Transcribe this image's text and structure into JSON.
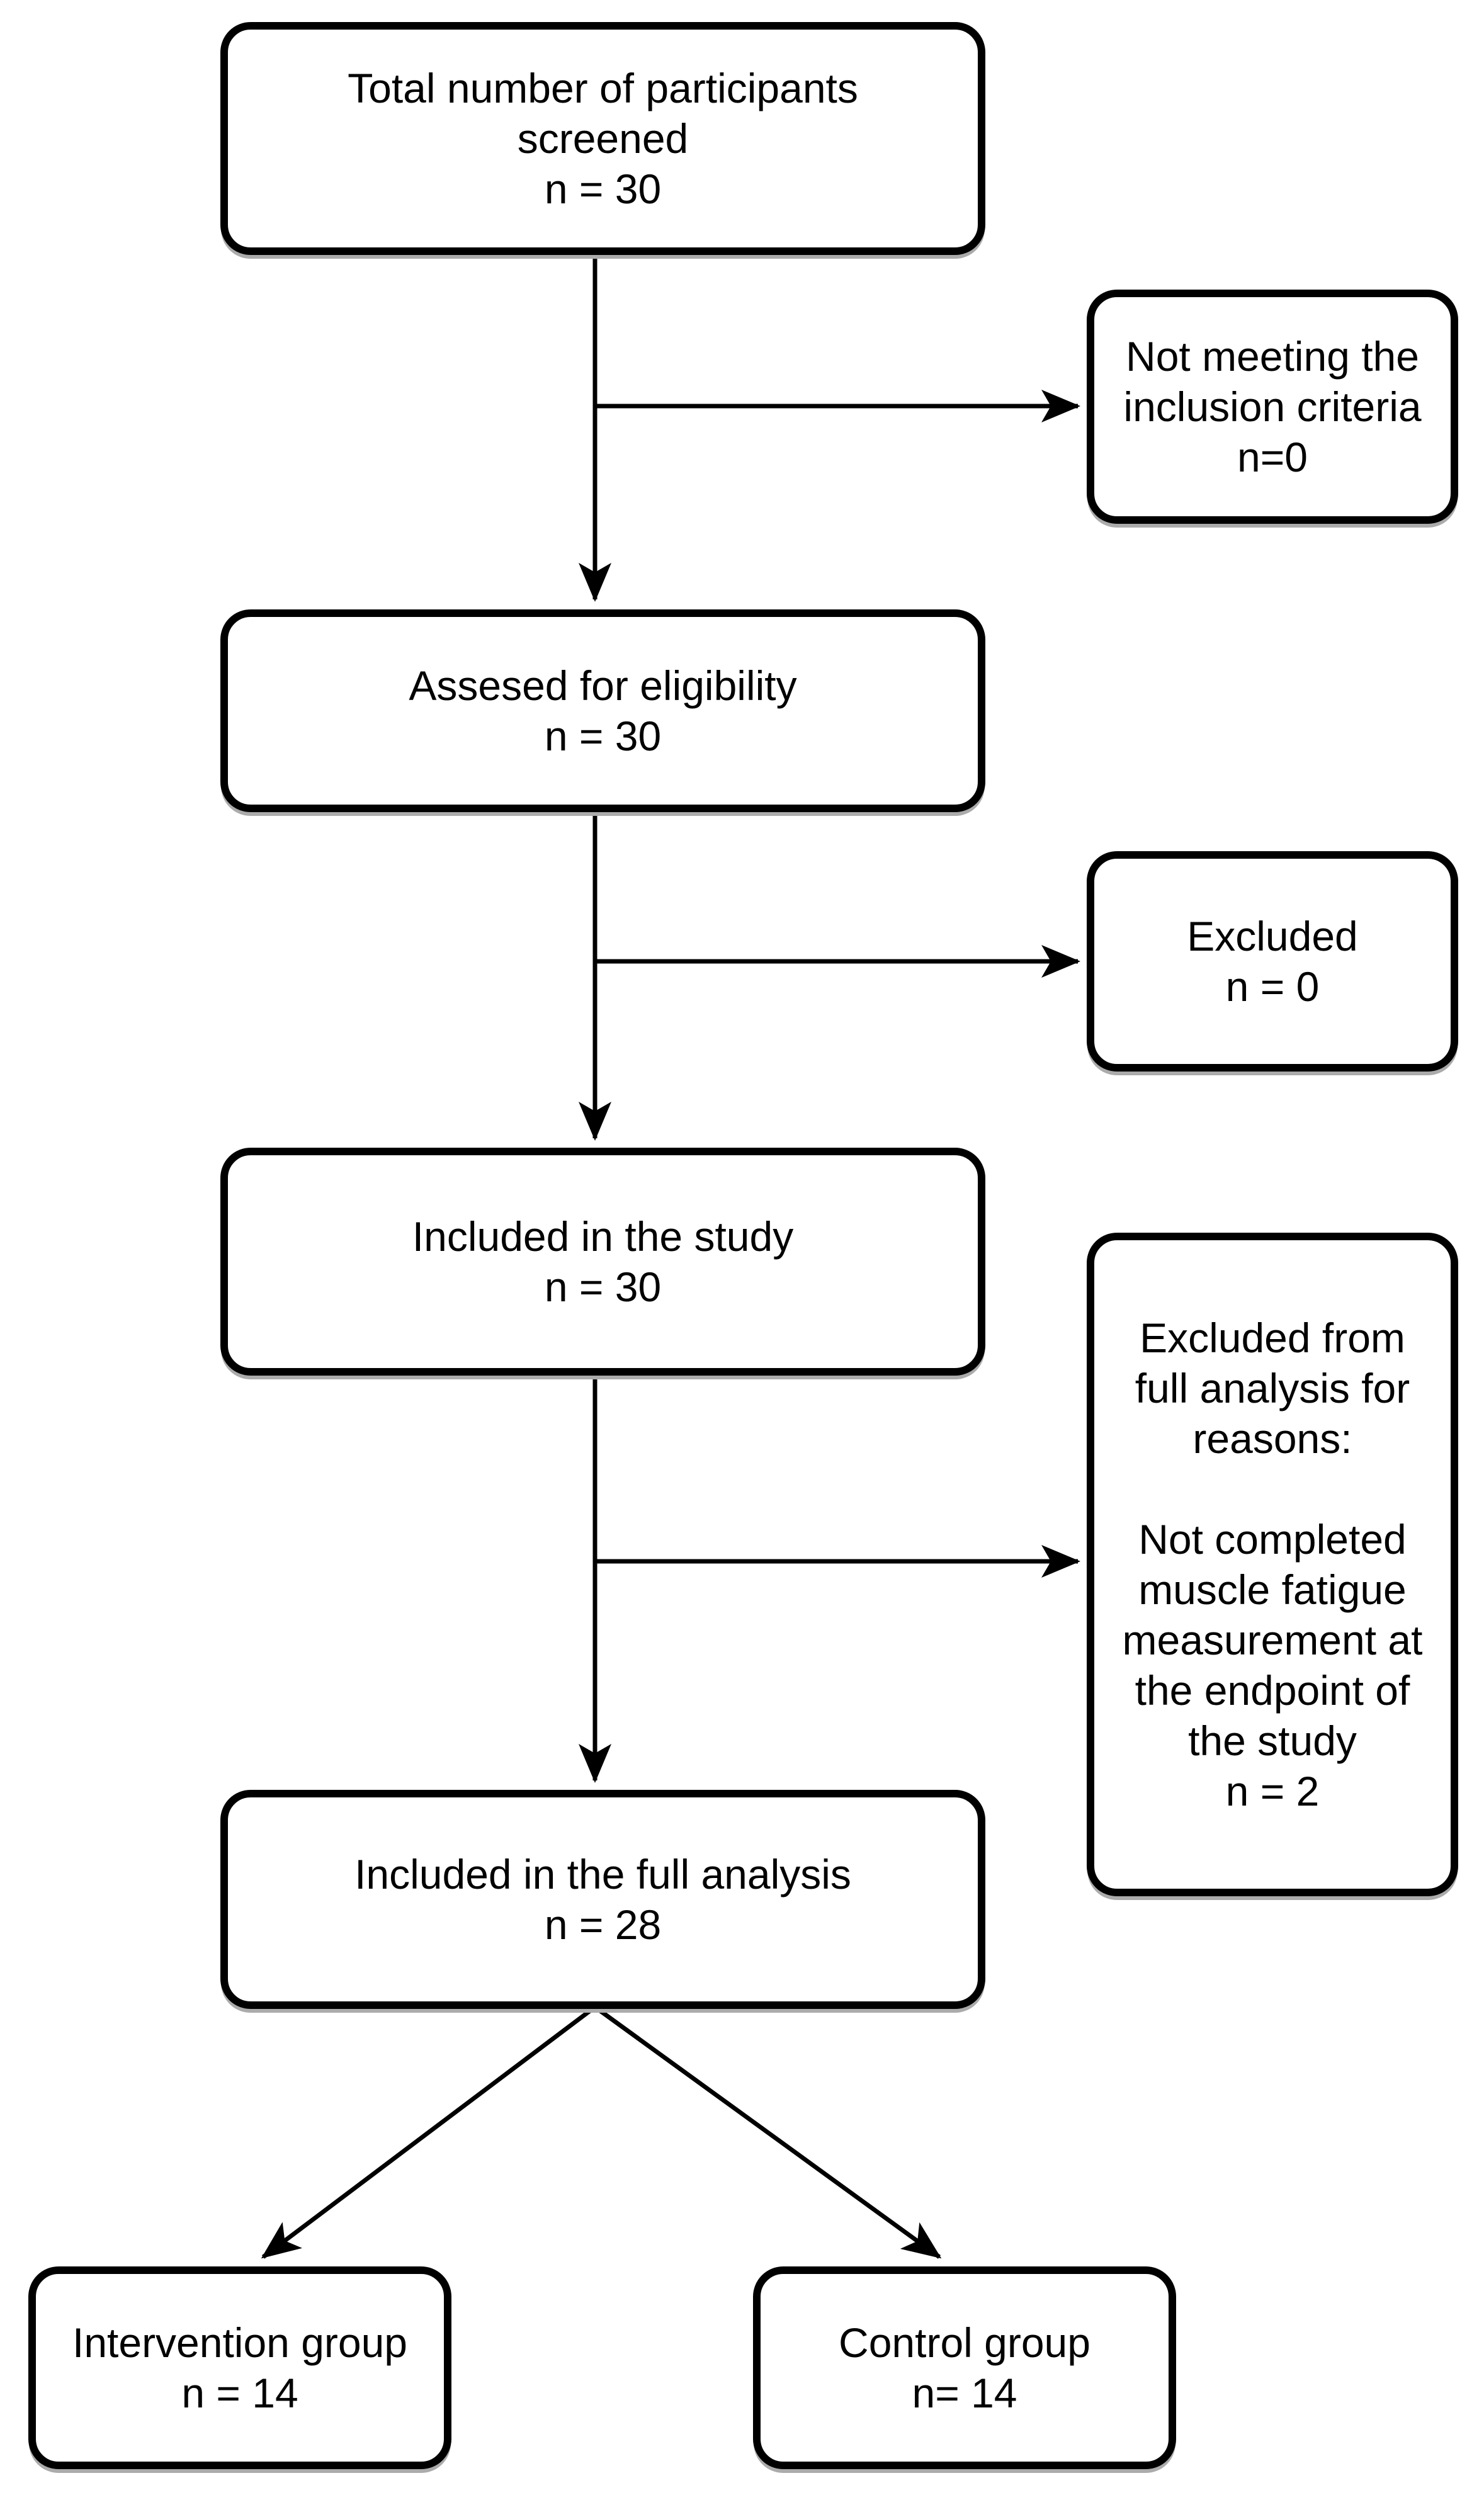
{
  "figure": {
    "background_color": "#ffffff",
    "line_color": "#000000",
    "text_color": "#000000"
  },
  "nodes": [
    {
      "id": "screened",
      "label": "Total number of participants\nscreened",
      "count": "n = 30"
    },
    {
      "id": "not-meeting-criteria",
      "label": "Not meeting the\ninclusion criteria",
      "count": "n=0"
    },
    {
      "id": "assessed",
      "label": "Assesed for eligibility",
      "count": "n = 30"
    },
    {
      "id": "excluded",
      "label": "Excluded",
      "count": "n = 0"
    },
    {
      "id": "included-study",
      "label": "Included in the study",
      "count": "n = 30"
    },
    {
      "id": "excluded-full-analysis",
      "label": "Excluded from\nfull analysis for\nreasons:\n\nNot completed\nmuscle fatigue\nmeasurement at\nthe endpoint of\nthe study",
      "count": "n = 2"
    },
    {
      "id": "included-full-analysis",
      "label": "Included in the full analysis",
      "count": "n = 28"
    },
    {
      "id": "intervention-group",
      "label": "Intervention group",
      "count": "n = 14"
    },
    {
      "id": "control-group",
      "label": "Control group",
      "count": "n= 14"
    }
  ]
}
